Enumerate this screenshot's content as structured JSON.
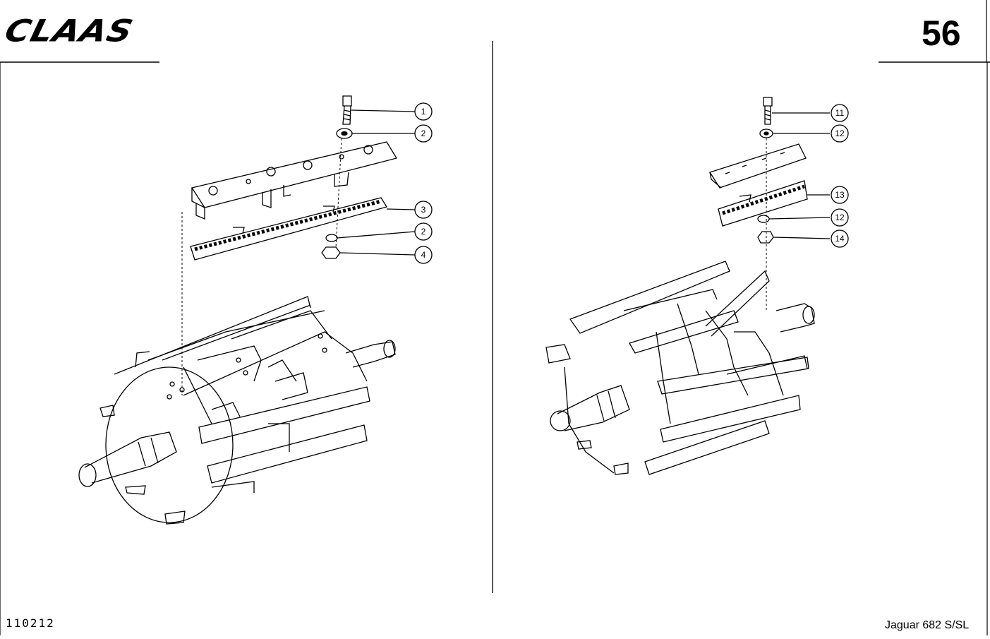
{
  "header": {
    "brand_logo": "CLAAS",
    "page_number": "56"
  },
  "footer": {
    "document_id": "110212",
    "model": "Jaguar 682 S/SL"
  },
  "left_diagram": {
    "callouts": [
      "1",
      "2",
      "3",
      "2",
      "4"
    ]
  },
  "right_diagram": {
    "callouts": [
      "11",
      "12",
      "13",
      "12",
      "14"
    ]
  }
}
